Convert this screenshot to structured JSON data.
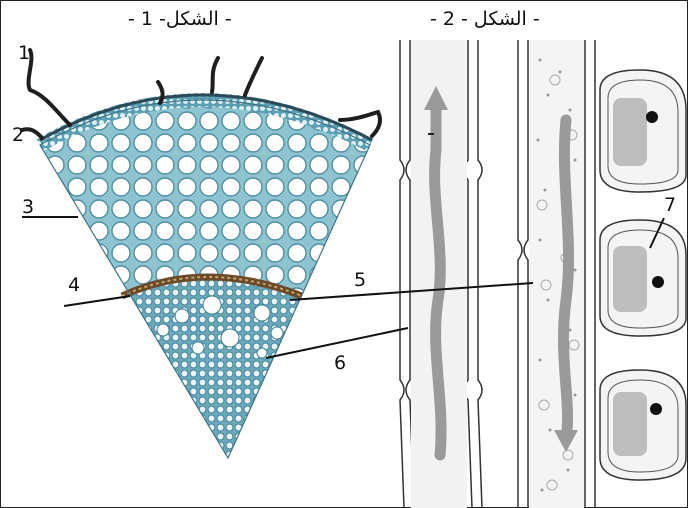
{
  "figure1": {
    "title": "- الشكل- 1 -"
  },
  "figure2": {
    "title": "- الشكل - 2 -"
  },
  "labels": [
    "1",
    "2",
    "3",
    "4",
    "5",
    "6",
    "7"
  ]
}
